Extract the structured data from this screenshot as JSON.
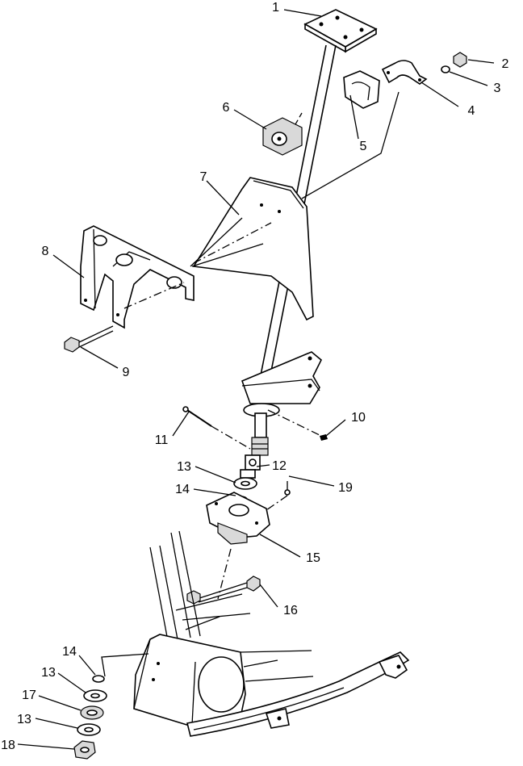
{
  "callouts": [
    {
      "number": "1"
    },
    {
      "number": "2"
    },
    {
      "number": "3"
    },
    {
      "number": "4"
    },
    {
      "number": "5"
    },
    {
      "number": "6"
    },
    {
      "number": "7"
    },
    {
      "number": "8"
    },
    {
      "number": "9"
    },
    {
      "number": "10"
    },
    {
      "number": "11"
    },
    {
      "number": "12"
    },
    {
      "number": "13"
    },
    {
      "number": "14"
    },
    {
      "number": "15"
    },
    {
      "number": "16"
    },
    {
      "number": "13"
    },
    {
      "number": "14"
    },
    {
      "number": "17"
    },
    {
      "number": "13"
    },
    {
      "number": "18"
    },
    {
      "number": "19"
    }
  ]
}
